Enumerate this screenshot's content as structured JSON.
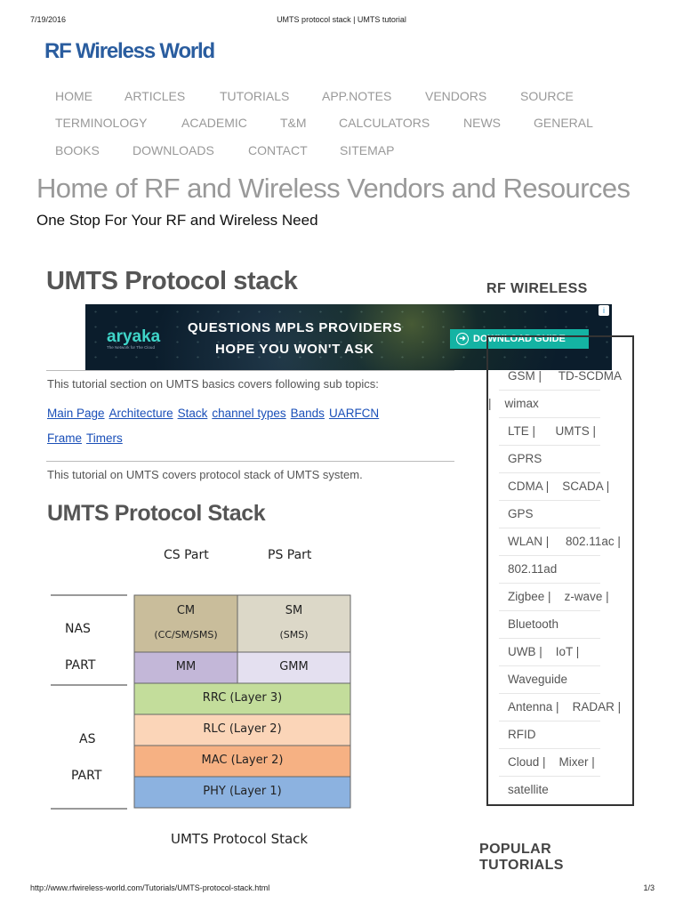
{
  "print_header": {
    "date": "7/19/2016",
    "title": "UMTS protocol stack | UMTS tutorial"
  },
  "site": {
    "logo": "RF Wireless World"
  },
  "nav": [
    {
      "label": "HOME"
    },
    {
      "label": "ARTICLES"
    },
    {
      "label": "TUTORIALS"
    },
    {
      "label": "APP.NOTES"
    },
    {
      "label": "VENDORS"
    },
    {
      "label": "SOURCE"
    },
    {
      "label": "TERMINOLOGY"
    },
    {
      "label": "ACADEMIC"
    },
    {
      "label": "T&M"
    },
    {
      "label": "CALCULATORS"
    },
    {
      "label": "NEWS"
    },
    {
      "label": "GENERAL"
    },
    {
      "label": "BOOKS"
    },
    {
      "label": "DOWNLOADS"
    },
    {
      "label": "CONTACT"
    },
    {
      "label": "SITEMAP"
    }
  ],
  "tagline": "Home of RF and Wireless Vendors and Resources",
  "subtagline": "One Stop For Your RF and Wireless Need",
  "main": {
    "title": "UMTS Protocol stack",
    "intro": "This tutorial section on UMTS basics covers following sub topics:",
    "links": [
      "Main Page",
      "Architecture",
      "Stack",
      "channel types",
      "Bands",
      "UARFCN",
      "Frame",
      "Timers"
    ],
    "paragraph": "This tutorial on UMTS covers protocol stack of UMTS system.",
    "section_title": "UMTS Protocol Stack"
  },
  "ad": {
    "brand": "aryaka",
    "brand_sub": "The Network for The Cloud",
    "line1": "QUESTIONS MPLS PROVIDERS",
    "line2": "HOPE YOU WON'T ASK",
    "button": "DOWNLOAD GUIDE",
    "info": "i",
    "colors": {
      "background": "#0b1d2c",
      "button": "#14b3a3",
      "brand": "#3fd4c8"
    }
  },
  "diagram": {
    "cs_label": "CS Part",
    "ps_label": "PS Part",
    "nas_label_1": "NAS",
    "nas_label_2": "PART",
    "as_label_1": "AS",
    "as_label_2": "PART",
    "cm_1": "CM",
    "cm_2": "(CC/SM/SMS)",
    "sm_1": "SM",
    "sm_2": "(SMS)",
    "mm": "MM",
    "gmm": "GMM",
    "rrc": "RRC (Layer 3)",
    "rlc": "RLC (Layer 2)",
    "mac": "MAC (Layer 2)",
    "phy": "PHY (Layer 1)",
    "caption": "UMTS Protocol Stack",
    "colors": {
      "cm": "#c9bd9b",
      "sm": "#dcd8c8",
      "mm": "#c3b7d8",
      "gmm": "#e4e0f0",
      "rrc": "#c3dd9b",
      "rlc": "#fbd5b8",
      "mac": "#f6b183",
      "phy": "#8cb2e0"
    }
  },
  "sidebar": {
    "heading": "RF WIRELESS",
    "rows": [
      [
        "GSM |",
        "TD-SCDMA"
      ],
      [
        "|",
        "wimax"
      ],
      [
        "LTE |",
        "UMTS |"
      ],
      [
        "GPRS"
      ],
      [
        "CDMA |",
        "SCADA |"
      ],
      [
        "GPS"
      ],
      [
        "WLAN |",
        "802.11ac |"
      ],
      [
        "802.11ad"
      ],
      [
        "Zigbee |",
        "z-wave |"
      ],
      [
        "Bluetooth"
      ],
      [
        "UWB |",
        "IoT |"
      ],
      [
        "Waveguide"
      ],
      [
        "Antenna |",
        "RADAR |"
      ],
      [
        "RFID"
      ],
      [
        "Cloud |",
        "Mixer |"
      ],
      [
        "satellite"
      ]
    ]
  },
  "popular": {
    "line1": "POPULAR",
    "line2": "TUTORIALS"
  },
  "print_footer": {
    "url": "http://www.rfwireless-world.com/Tutorials/UMTS-protocol-stack.html",
    "pages": "1/3"
  }
}
